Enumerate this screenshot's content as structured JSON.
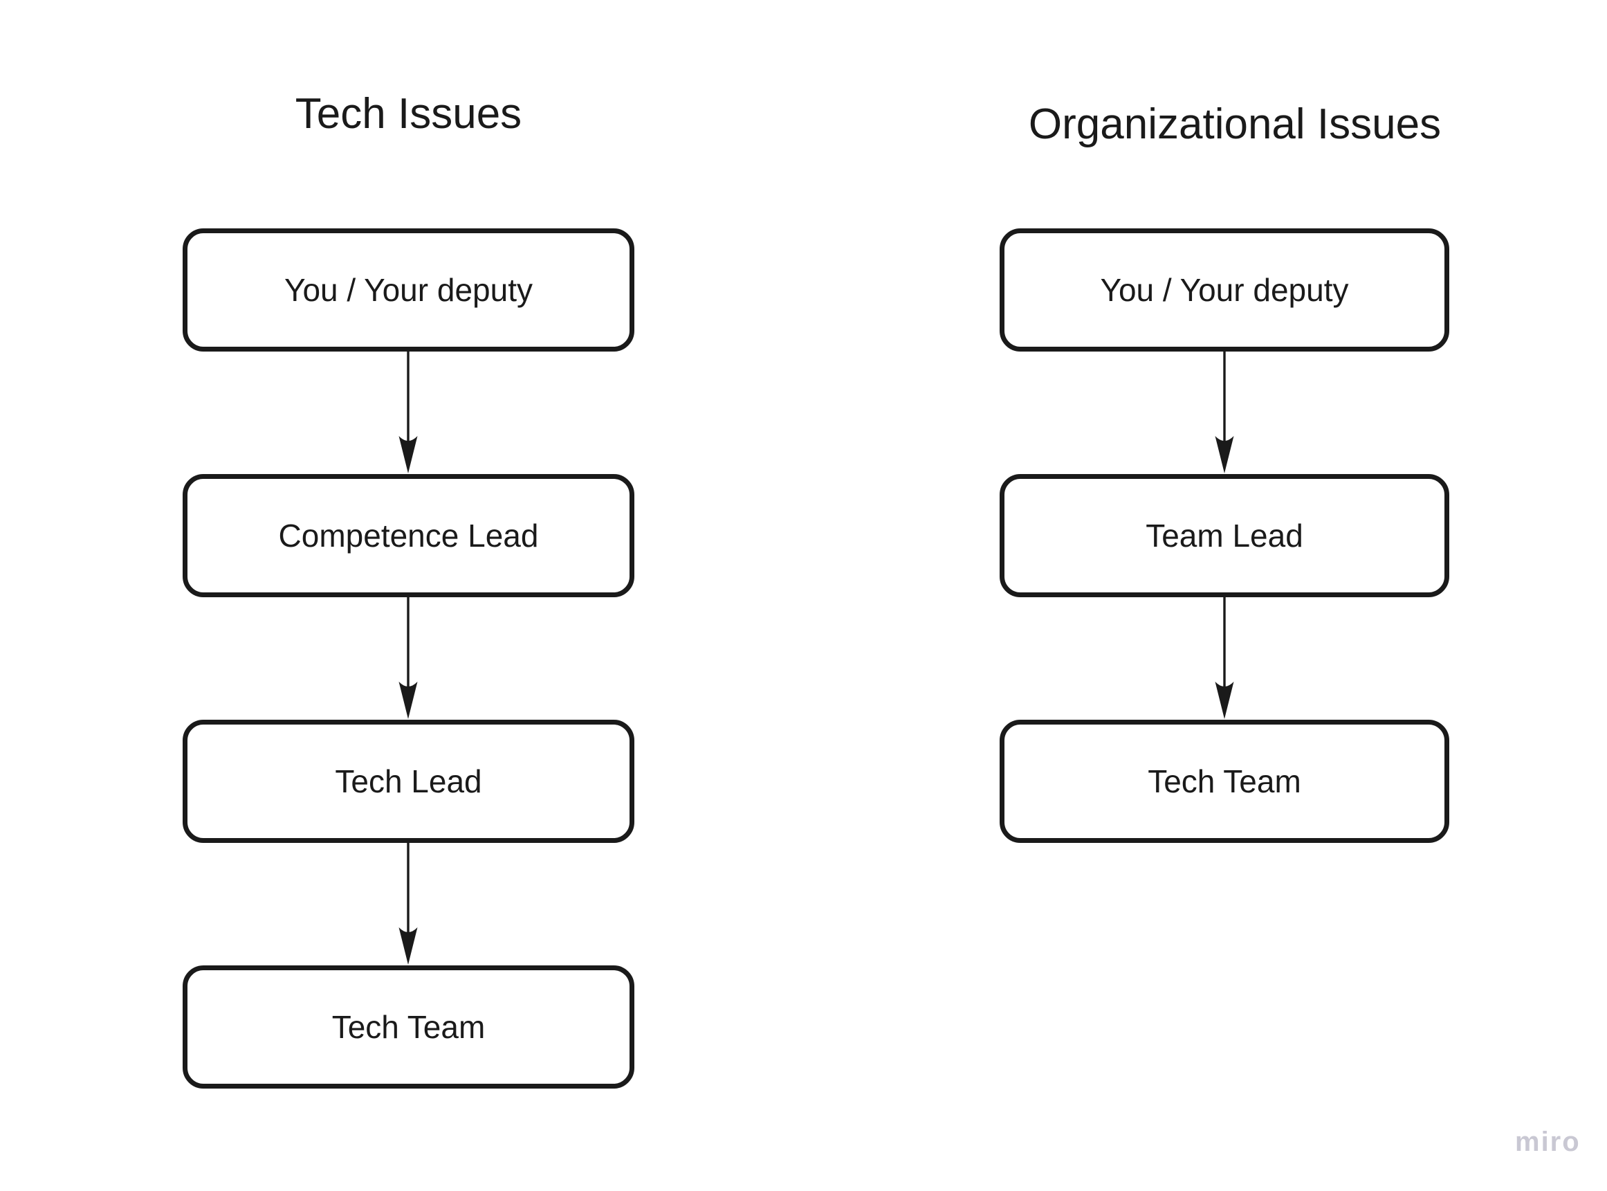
{
  "diagram": {
    "left": {
      "title": "Tech Issues",
      "boxes": [
        {
          "label": "You / Your deputy"
        },
        {
          "label": "Competence Lead"
        },
        {
          "label": "Tech Lead"
        },
        {
          "label": "Tech Team"
        }
      ]
    },
    "right": {
      "title": "Organizational Issues",
      "boxes": [
        {
          "label": "You / Your deputy"
        },
        {
          "label": "Team Lead"
        },
        {
          "label": "Tech Team"
        }
      ]
    }
  },
  "watermark": {
    "label": "miro"
  },
  "colors": {
    "stroke": "#1a1a1a",
    "text": "#1a1a1a",
    "background": "#ffffff",
    "box_fill": "#ffffff",
    "watermark": "#c9c8d3"
  }
}
